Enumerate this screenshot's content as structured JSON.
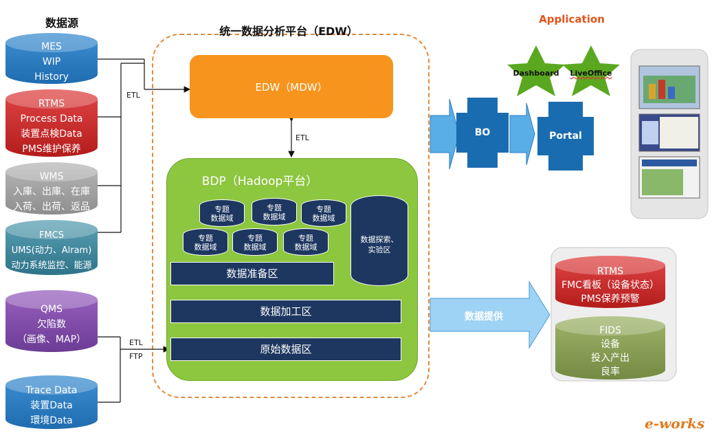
{
  "titles": {
    "sources": "数据源",
    "platform": "统一数据分析平台（EDW）",
    "application": "Application"
  },
  "sources": {
    "mes": [
      "MES",
      "WIP",
      "History"
    ],
    "rtms": [
      "RTMS",
      "Process Data",
      "装置点検Data",
      "PMS维护保养"
    ],
    "wms": [
      "WMS",
      "入庫、出庫、在庫",
      "入荷、出荷、返品"
    ],
    "fmcs": [
      "FMCS",
      "UMS(动力、Alram)",
      "动力系统监控、能源"
    ],
    "qms": [
      "QMS",
      "欠陷数",
      "（画像、MAP）"
    ],
    "trace": [
      "Trace Data",
      "装置Data",
      "環境Data"
    ]
  },
  "edw": {
    "label": "EDW（MDW）"
  },
  "bdp": {
    "title": "BDP（Hadoop平台）",
    "topic_line1": "专题",
    "topic_line2": "数据域",
    "explore_line1": "数据探索、",
    "explore_line2": "实验区",
    "zone_prep": "数据准备区",
    "zone_process": "数据加工区",
    "zone_raw": "原始数据区"
  },
  "connectors": {
    "etl_top": "ETL",
    "etl_mid": "ETL",
    "etl_bottom": "ETL",
    "ftp": "FTP"
  },
  "apps": {
    "bo": "BO",
    "portal": "Portal",
    "dashboard": "Dashboard",
    "liveoffice": "LiveOffice"
  },
  "provide": {
    "label": "数据提供"
  },
  "outputs": {
    "rtms": [
      "RTMS",
      "FMC看板（设备状态）",
      "PMS保养预警"
    ],
    "fids": [
      "FIDS",
      "设备",
      "投入产出",
      "良率"
    ]
  },
  "watermark": "e-works",
  "colors": {
    "edw_orange": "#f7941d",
    "bdp_green": "#8dc63f",
    "navy": "#1d3760",
    "app_blue": "#1a6cb0",
    "star_green": "#5aa820",
    "application_red": "#e2541b"
  }
}
